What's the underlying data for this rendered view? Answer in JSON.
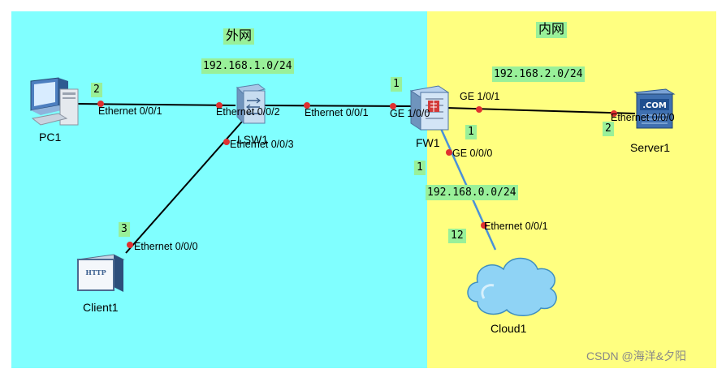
{
  "zones": {
    "outer": {
      "title": "外网",
      "color": "#80ffff"
    },
    "inner": {
      "title": "内网",
      "color": "#ffff80"
    }
  },
  "subnets": {
    "outer": "192.168.1.0/24",
    "inner_server": "192.168.2.0/24",
    "inner_cloud": "192.168.0.0/24"
  },
  "devices": {
    "pc1": {
      "name": "PC1",
      "icon": "pc-icon"
    },
    "lsw1": {
      "name": "LSW1",
      "icon": "switch-icon"
    },
    "fw1": {
      "name": "FW1",
      "icon": "firewall-icon"
    },
    "server1": {
      "name": "Server1",
      "icon": "server-icon",
      "badge": ".COM"
    },
    "client1": {
      "name": "Client1",
      "icon": "http-client-icon",
      "badge": "HTTP"
    },
    "cloud1": {
      "name": "Cloud1",
      "icon": "cloud-icon"
    }
  },
  "ports": {
    "pc1_eth": "Ethernet 0/0/1",
    "lsw1_e002": "Ethernet 0/0/2",
    "lsw1_e001": "Ethernet 0/0/1",
    "lsw1_e003": "Ethernet 0/0/3",
    "fw1_ge100": "GE 1/0/0",
    "fw1_ge101": "GE 1/0/1",
    "fw1_ge000": "GE 0/0/0",
    "server1_eth": "Ethernet 0/0/0",
    "client1_eth": "Ethernet 0/0/0",
    "cloud1_eth": "Ethernet 0/0/1"
  },
  "numbers": {
    "pc1": "2",
    "fw1_top": "1",
    "client1": "3",
    "server1": "2",
    "fw1_ge000": "1",
    "link_left": "1",
    "cloud1": "12"
  },
  "colors": {
    "link": "#000000",
    "cloud_link": "#4a90d9",
    "port_dot": "#e03030",
    "tag_bg": "#99f099"
  },
  "watermark": "CSDN @海洋&夕阳"
}
